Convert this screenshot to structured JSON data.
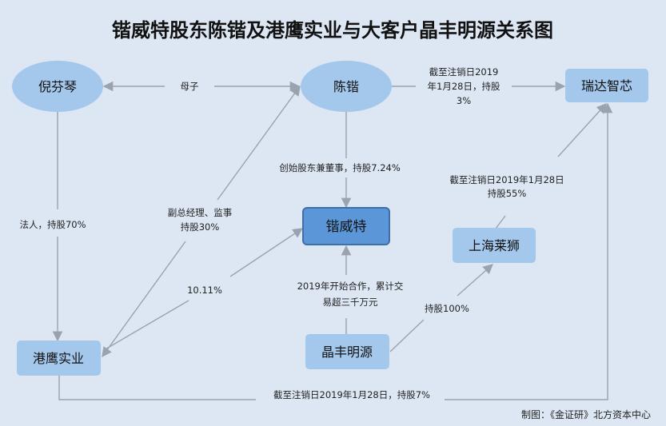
{
  "title": "锴威特股东陈锴及港鹰实业与大客户晶丰明源关系图",
  "colors": {
    "background": "#dde7f4",
    "node_fill": "#a4c7ec",
    "center_fill": "#5b97d8",
    "center_stroke": "#3e6fa6",
    "line": "#9aa2ad"
  },
  "nodes": {
    "nifenqin": "倪芬琴",
    "chenkai": "陈锴",
    "ruida": "瑞达智芯",
    "kaiweite": "锴威特",
    "shanghai": "上海莱狮",
    "gangying": "港鹰实业",
    "jingfeng": "晶丰明源"
  },
  "edges": {
    "muzi": "母子",
    "ruida_line1": "截至注销日2019",
    "ruida_line2": "年1月28日，持股",
    "ruida_line3": "3%",
    "founder": "创始股东兼董事，持股7.24%",
    "shanghai_line1": "截至注销日2019年1月28日",
    "shanghai_line2": "持股55%",
    "legal": "法人，持股70%",
    "vp_line1": "副总经理、监事",
    "vp_line2": "持股30%",
    "pct1011": "10.11%",
    "coop_line1": "2019年开始合作，累计交",
    "coop_line2": "易超三千万元",
    "hold100": "持股100%",
    "bottom": "截至注销日2019年1月28日，持股7%"
  },
  "footer": "制图：《金证研》北方资本中心"
}
